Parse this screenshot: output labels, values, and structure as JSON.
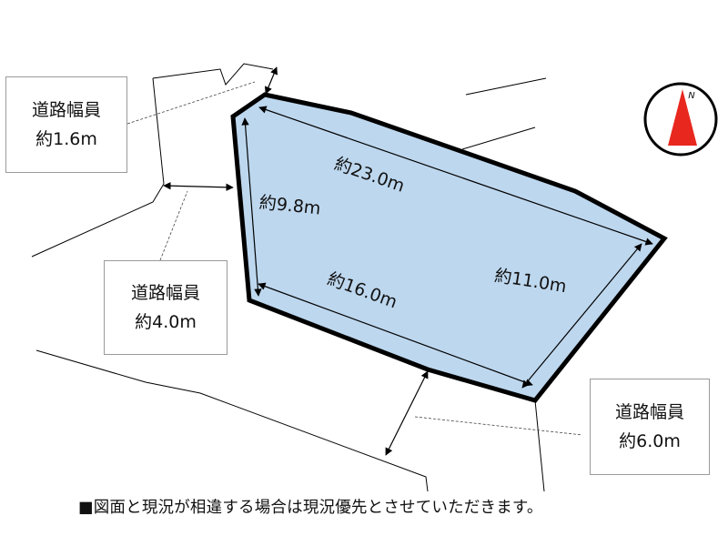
{
  "road_labels": [
    {
      "title": "道路幅員",
      "width": "約1.6m"
    },
    {
      "title": "道路幅員",
      "width": "約4.0m"
    },
    {
      "title": "道路幅員",
      "width": "約6.0m"
    }
  ],
  "dimensions": {
    "top_edge": "約23.0m",
    "left_edge": "約9.8m",
    "bottom_edge": "約16.0m",
    "right_edge": "約11.0m"
  },
  "compass": {
    "letter": "N"
  },
  "disclaimer": "■図面と現況が相違する場合は現況優先とさせていただきます。",
  "colors": {
    "parcel_fill": "#bdd7ee",
    "outline": "#000000",
    "compass_arrow": "#e8281e"
  }
}
